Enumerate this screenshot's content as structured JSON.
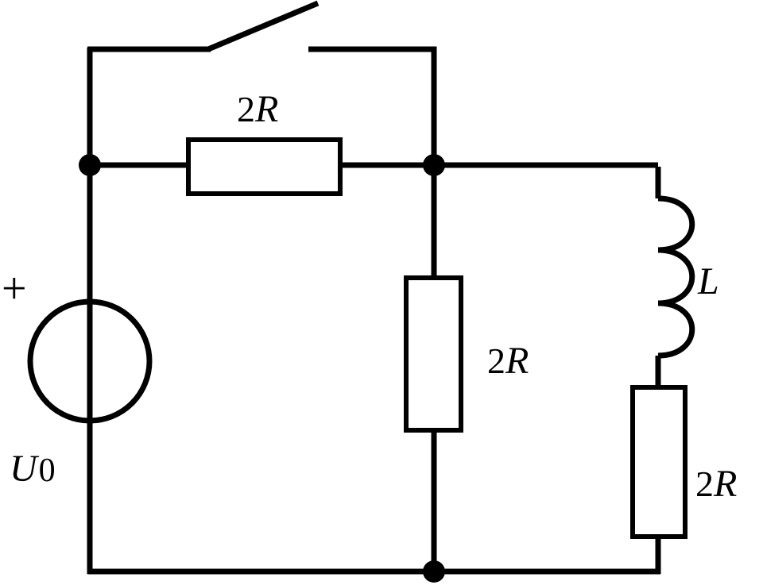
{
  "labels": {
    "r_top_num": "2",
    "r_top_var": "R",
    "r_mid_num": "2",
    "r_mid_var": "R",
    "r_right_num": "2",
    "r_right_var": "R",
    "inductor": "L",
    "source_plus": "+",
    "source_var": "U",
    "source_sub": "0"
  },
  "colors": {
    "line": "#000000",
    "background": "#ffffff"
  }
}
